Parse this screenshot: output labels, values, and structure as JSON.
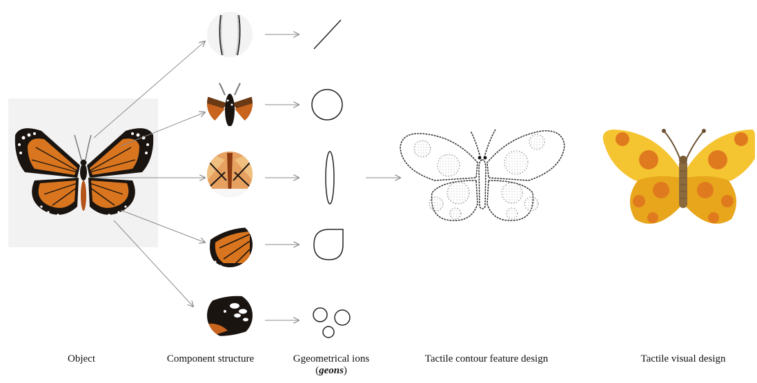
{
  "labels": {
    "object": "Object",
    "component": "Component structure",
    "geons_line1": "Ggeometrical ions",
    "geons_open": "(",
    "geons_word": "geons",
    "geons_close": ")",
    "contour": "Tactile contour feature design",
    "visual": "Tactile visual design"
  },
  "components": [
    "antennae",
    "thorax",
    "abdomen",
    "hind-wing",
    "fore-wing-tip"
  ],
  "geons": [
    "line",
    "circle",
    "ellipse",
    "teardrop",
    "three-circles"
  ],
  "colors": {
    "monarch_orange": "#D9751E",
    "monarch_black": "#1A1410",
    "visual_yellow": "#F5C431",
    "visual_dark_yellow": "#E8A61C",
    "visual_orange_spot": "#E07A1E",
    "visual_body": "#8B6A3E",
    "arrow": "#8a8a8a"
  }
}
